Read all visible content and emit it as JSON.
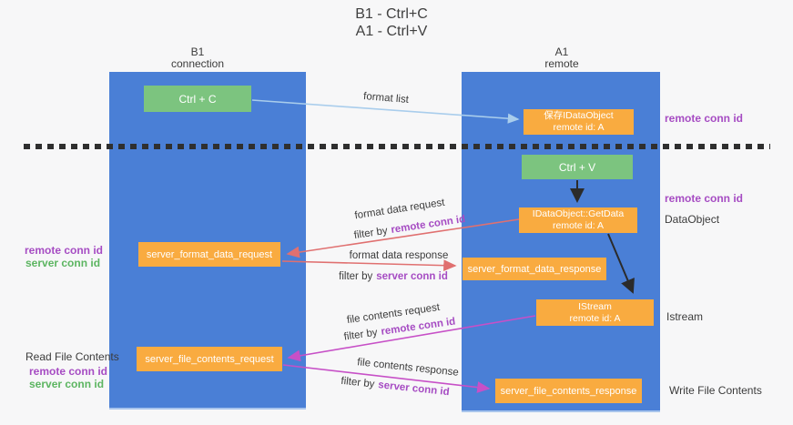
{
  "title": {
    "line1": "B1 - Ctrl+C",
    "line2": "A1 - Ctrl+V"
  },
  "lifelines": {
    "left": {
      "name": "B1",
      "role": "connection"
    },
    "right": {
      "name": "A1",
      "role": "remote"
    }
  },
  "nodes": {
    "ctrl_c": {
      "label": "Ctrl + C"
    },
    "save_idataobject": {
      "line1": "保存IDataObject",
      "line2": "remote id: A"
    },
    "ctrl_v": {
      "label": "Ctrl + V"
    },
    "getdata": {
      "line1": "IDataObject::GetData",
      "line2": "remote id: A"
    },
    "format_request": {
      "label": "server_format_data_request"
    },
    "format_response": {
      "label": "server_format_data_response"
    },
    "istream": {
      "line1": "IStream",
      "line2": "remote id: A"
    },
    "file_request": {
      "label": "server_file_contents_request"
    },
    "file_response": {
      "label": "server_file_contents_response"
    }
  },
  "edges": {
    "format_list": {
      "label": "format list"
    },
    "format_request": {
      "label": "format data request",
      "filter_prefix": "filter by",
      "filter_key": "remote conn id"
    },
    "format_response": {
      "label": "format data response",
      "filter_prefix": "filter by",
      "filter_key": "server conn id"
    },
    "file_request": {
      "label": "file contents request",
      "filter_prefix": "filter by",
      "filter_key": "remote conn id"
    },
    "file_response": {
      "label": "file contents response",
      "filter_prefix": "filter by",
      "filter_key": "server conn id"
    }
  },
  "side_labels": {
    "save_conn_id": "remote conn id",
    "getdata_conn_id": "remote conn id",
    "dataobject": "DataObject",
    "istream": "Istream",
    "write_file_contents": "Write File Contents",
    "format_remote_conn_id": "remote conn id",
    "format_server_conn_id": "server conn id",
    "read_file_contents": "Read File Contents",
    "file_remote_conn_id": "remote conn id",
    "file_server_conn_id": "server conn id"
  },
  "colors": {
    "lifeline_blue": "#4a7fd6",
    "box_orange": "#f9ab40",
    "box_green": "#7cc47f",
    "arrow_light_blue": "#a9cdec",
    "arrow_red": "#e07070",
    "arrow_magenta": "#c750c7",
    "arrow_black": "#2b2b2b",
    "remote_conn_purple": "#a64cc3",
    "server_conn_green": "#5cb561"
  }
}
